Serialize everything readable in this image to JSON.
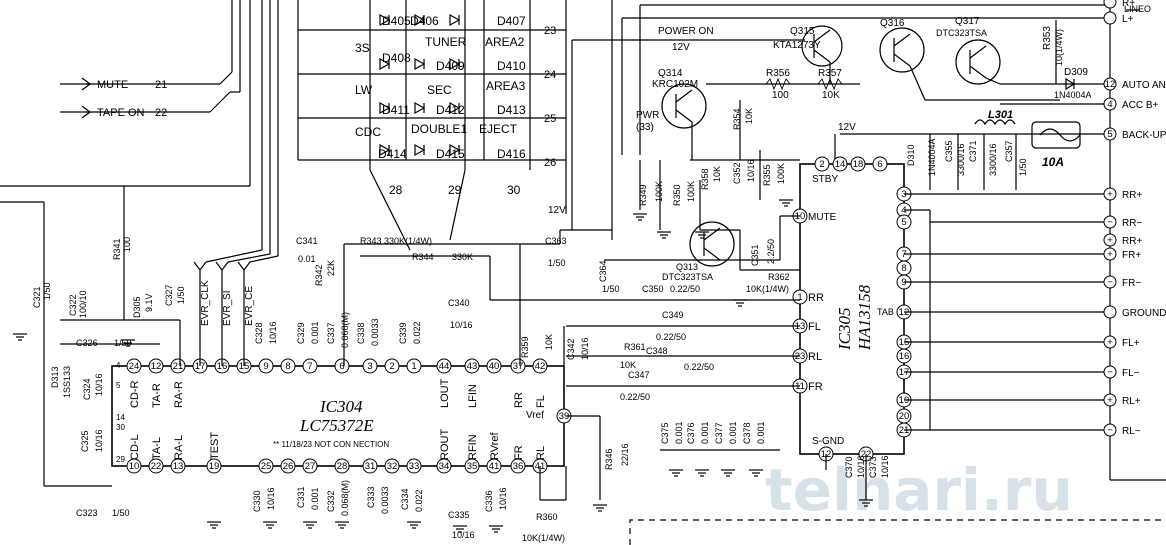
{
  "left_signals": [
    {
      "label": "MUTE",
      "pin": "21"
    },
    {
      "label": "TAPE ON",
      "pin": "22"
    }
  ],
  "key_matrix": {
    "rows": [
      {
        "items": [
          "D405",
          "D406",
          "D407"
        ]
      },
      {
        "items": [
          "3S",
          "TUNER",
          "AREA2"
        ],
        "num": "23"
      },
      {
        "items": [
          "D408",
          "D409",
          "D410"
        ]
      },
      {
        "items": [
          "LW",
          "SEC",
          "AREA3"
        ],
        "num": "24"
      },
      {
        "items": [
          "D411",
          "D412",
          "D413"
        ]
      },
      {
        "items": [
          "CDC",
          "DOUBLE1",
          "EJECT"
        ],
        "num": "25"
      },
      {
        "items": [
          "D414",
          "D415",
          "D416"
        ],
        "num": "26"
      }
    ],
    "columns": [
      "28",
      "29",
      "30"
    ],
    "voltage": "12V"
  },
  "power_section": {
    "power_on": "POWER ON",
    "v12": "12V",
    "q315": "Q315",
    "q315_part": "KTA1273Y",
    "q316": "Q316",
    "q317": "Q317",
    "q317_part": "DTC323TSA",
    "q314": "Q314",
    "q314_part": "KRC102M",
    "pwr": "PWR",
    "pwr_pin": "(33)",
    "r356": "R356",
    "r356_val": "100",
    "r357": "R357",
    "r357_val": "10K"
  },
  "right_connector": {
    "top": [
      {
        "label": "R+",
        "num": ""
      },
      {
        "label": "L+",
        "num": ""
      }
    ],
    "lineo": "LINEO",
    "pins": [
      {
        "num": "12",
        "label": "AUTO ANT"
      },
      {
        "num": "4",
        "label": "ACC B+"
      },
      {
        "num": "5",
        "label": "BACK-UP"
      },
      {
        "num": "+",
        "label": "RR+"
      },
      {
        "num": "−",
        "label": "RR−"
      },
      {
        "num": "+",
        "label": "RR+"
      },
      {
        "num": "+",
        "label": "FR+"
      },
      {
        "num": "−",
        "label": "FR−"
      },
      {
        "num": "",
        "label": "GROUND"
      },
      {
        "num": "+",
        "label": "FL+"
      },
      {
        "num": "−",
        "label": "FL−"
      },
      {
        "num": "+",
        "label": "RL+"
      },
      {
        "num": "−",
        "label": "RL−"
      }
    ],
    "r353": "R353",
    "r353_val": "10(1/4W)",
    "d309": "D309",
    "d309_part": "1N4004A",
    "l301": "L301",
    "fuse": "10A"
  },
  "ic305": {
    "name": "IC305",
    "part": "HA13158",
    "stby": "STBY",
    "mute": "MUTE",
    "sgnd": "S-GND",
    "tab": "TAB",
    "v12": "12V",
    "top_pins": [
      "2",
      "14",
      "18",
      "6"
    ],
    "left_pins": [
      {
        "n": "10",
        "l": "MUTE"
      },
      {
        "n": "1",
        "l": "RR"
      },
      {
        "n": "13",
        "l": "FL"
      },
      {
        "n": "23",
        "l": "RL"
      },
      {
        "n": "11",
        "l": "FR"
      }
    ],
    "right_pins": [
      "3",
      "4",
      "5",
      "7",
      "8",
      "9",
      "12",
      "15",
      "16",
      "17",
      "19",
      "20",
      "21"
    ],
    "bottom_pins": [
      "12",
      "22"
    ],
    "d310": "D310",
    "d310_part": "1N4004A",
    "c355": "C355",
    "c355_val": "3300/16",
    "c371": "C371",
    "c371_val": "3300/16",
    "c357": "C357",
    "c357_val": "1/50"
  },
  "ic304": {
    "name": "IC304",
    "part": "LC75372E",
    "note": "** 11/18/23 NOT CON NECTION",
    "top_pins": [
      {
        "n": "24",
        "l": "CD-R"
      },
      {
        "n": "12",
        "l": "TA-R"
      },
      {
        "n": "21",
        "l": "RA-R"
      },
      {
        "n": "17",
        "l": ""
      },
      {
        "n": "16",
        "l": ""
      },
      {
        "n": "15",
        "l": ""
      },
      {
        "n": "9",
        "l": ""
      },
      {
        "n": "8",
        "l": ""
      },
      {
        "n": "7",
        "l": ""
      },
      {
        "n": "6",
        "l": ""
      },
      {
        "n": "3",
        "l": ""
      },
      {
        "n": "2",
        "l": ""
      },
      {
        "n": "1",
        "l": ""
      },
      {
        "n": "44",
        "l": "LOUT"
      },
      {
        "n": "43",
        "l": "LFIN"
      },
      {
        "n": "40",
        "l": ""
      },
      {
        "n": "37",
        "l": "RR"
      },
      {
        "n": "42",
        "l": "FL"
      }
    ],
    "bottom_pins": [
      {
        "n": "10",
        "l": "CD-L"
      },
      {
        "n": "22",
        "l": "TA-L"
      },
      {
        "n": "13",
        "l": "RA-L"
      },
      {
        "n": "19",
        "l": "TEST"
      },
      {
        "n": "25",
        "l": ""
      },
      {
        "n": "26",
        "l": ""
      },
      {
        "n": "27",
        "l": ""
      },
      {
        "n": "28",
        "l": ""
      },
      {
        "n": "31",
        "l": ""
      },
      {
        "n": "32",
        "l": ""
      },
      {
        "n": "33",
        "l": ""
      },
      {
        "n": "34",
        "l": "ROUT"
      },
      {
        "n": "35",
        "l": "RFIN"
      },
      {
        "n": "41",
        "l": "RVref"
      },
      {
        "n": "36",
        "l": "FR"
      },
      {
        "n": "41",
        "l": "RL"
      }
    ],
    "vref_pin": "39",
    "vref": "Vref",
    "side_pins": [
      "4",
      "5",
      "14",
      "30",
      "29"
    ],
    "evr": [
      "EVR_CLK",
      "EVR_SI",
      "EVR_CE"
    ]
  },
  "components": [
    {
      "k": "c341",
      "t": "C341"
    },
    {
      "k": "c341v",
      "t": "0.01"
    },
    {
      "k": "r343",
      "t": "R343 330K(1/4W)"
    },
    {
      "k": "r344",
      "t": "R344"
    },
    {
      "k": "r344v",
      "t": "330K"
    },
    {
      "k": "r342",
      "t": "R342"
    },
    {
      "k": "r342v",
      "t": "22K"
    },
    {
      "k": "c363",
      "t": "C363"
    },
    {
      "k": "c363v",
      "t": "1/50"
    },
    {
      "k": "c364",
      "t": "C364"
    },
    {
      "k": "c364v",
      "t": "1/50"
    },
    {
      "k": "c350",
      "t": "C350"
    },
    {
      "k": "c350v",
      "t": "0.22/50"
    },
    {
      "k": "r362",
      "t": "R362"
    },
    {
      "k": "r362v",
      "t": "10K(1/4W)"
    },
    {
      "k": "q313",
      "t": "Q313"
    },
    {
      "k": "q313p",
      "t": "DTC323TSA"
    },
    {
      "k": "c351",
      "t": "C351"
    },
    {
      "k": "c351v",
      "t": "2.2/50"
    },
    {
      "k": "r349",
      "t": "R349"
    },
    {
      "k": "r349v",
      "t": "100K"
    },
    {
      "k": "r350",
      "t": "R350"
    },
    {
      "k": "r350v",
      "t": "100K"
    },
    {
      "k": "r358",
      "t": "R358"
    },
    {
      "k": "r358v",
      "t": "10K"
    },
    {
      "k": "c352",
      "t": "C352"
    },
    {
      "k": "c352v",
      "t": "10/16"
    },
    {
      "k": "r355",
      "t": "R355"
    },
    {
      "k": "r355v",
      "t": "100K"
    },
    {
      "k": "r354",
      "t": "R354"
    },
    {
      "k": "r354v",
      "t": "10K"
    },
    {
      "k": "c340",
      "t": "C340"
    },
    {
      "k": "c340v",
      "t": "10/16"
    },
    {
      "k": "r359",
      "t": "R359"
    },
    {
      "k": "r359v",
      "t": "10K"
    },
    {
      "k": "c342",
      "t": "C342"
    },
    {
      "k": "c342v",
      "t": "10/16"
    },
    {
      "k": "c349",
      "t": "C349"
    },
    {
      "k": "c349v",
      "t": "0.22/50"
    },
    {
      "k": "r361",
      "t": "R361"
    },
    {
      "k": "r361v",
      "t": "10K"
    },
    {
      "k": "c348",
      "t": "C348"
    },
    {
      "k": "c348v",
      "t": "0.22/50"
    },
    {
      "k": "c347",
      "t": "C347"
    },
    {
      "k": "c347v",
      "t": "0.22/50"
    },
    {
      "k": "r346",
      "t": "R346"
    },
    {
      "k": "r346v",
      "t": "22/16"
    },
    {
      "k": "c375",
      "t": "C375"
    },
    {
      "k": "c376",
      "t": "C376"
    },
    {
      "k": "c377",
      "t": "C377"
    },
    {
      "k": "c378",
      "t": "C378"
    },
    {
      "k": "c001",
      "t": "0.001"
    },
    {
      "k": "c336",
      "t": "C336"
    },
    {
      "k": "c336v",
      "t": "10/16"
    },
    {
      "k": "r360",
      "t": "R360"
    },
    {
      "k": "r360v",
      "t": "10K(1/4W)"
    },
    {
      "k": "c335",
      "t": "C335"
    },
    {
      "k": "c335v",
      "t": "10/16"
    },
    {
      "k": "c330",
      "t": "C330"
    },
    {
      "k": "c331",
      "t": "C331"
    },
    {
      "k": "c332",
      "t": "C332"
    },
    {
      "k": "c333",
      "t": "C333"
    },
    {
      "k": "c334",
      "t": "C334"
    },
    {
      "k": "c328",
      "t": "C328"
    },
    {
      "k": "c329",
      "t": "C329"
    },
    {
      "k": "c337",
      "t": "C337"
    },
    {
      "k": "c338",
      "t": "C338"
    },
    {
      "k": "c339",
      "t": "C339"
    },
    {
      "k": "v1016",
      "t": "10/16"
    },
    {
      "k": "v0001",
      "t": "0.001"
    },
    {
      "k": "v0068",
      "t": "0.068(M)"
    },
    {
      "k": "v00033",
      "t": "0.0033"
    },
    {
      "k": "v0022",
      "t": "0.022"
    },
    {
      "k": "c321",
      "t": "C321"
    },
    {
      "k": "c321v",
      "t": "1/50"
    },
    {
      "k": "c322",
      "t": "C322"
    },
    {
      "k": "c322v",
      "t": "100/10"
    },
    {
      "k": "r341",
      "t": "R341"
    },
    {
      "k": "r341v",
      "t": "100"
    },
    {
      "k": "d305",
      "t": "D305"
    },
    {
      "k": "d305v",
      "t": "9.1V"
    },
    {
      "k": "c327",
      "t": "C327"
    },
    {
      "k": "c327v",
      "t": "1/50"
    },
    {
      "k": "c326",
      "t": "C326"
    },
    {
      "k": "c326v",
      "t": "1/50"
    },
    {
      "k": "d313",
      "t": "D313"
    },
    {
      "k": "d313v",
      "t": "1SS133"
    },
    {
      "k": "c324",
      "t": "C324"
    },
    {
      "k": "c324v",
      "t": "10/16"
    },
    {
      "k": "c325",
      "t": "C325"
    },
    {
      "k": "c325v",
      "t": "10/16"
    },
    {
      "k": "c323",
      "t": "C323"
    },
    {
      "k": "c323v",
      "t": "1/50"
    },
    {
      "k": "c370",
      "t": "C370"
    },
    {
      "k": "c370v",
      "t": "10/16"
    },
    {
      "k": "c373",
      "t": "C373"
    },
    {
      "k": "c373v",
      "t": "10/16"
    }
  ],
  "watermark": "telnari.ru"
}
